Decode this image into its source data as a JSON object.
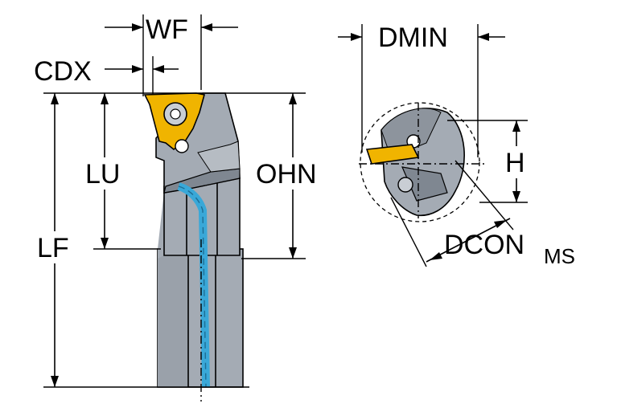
{
  "labels": {
    "wf": "WF",
    "cdx": "CDX",
    "lu": "LU",
    "lf": "LF",
    "ohn": "OHN",
    "dmin": "DMIN",
    "h": "H",
    "dcon": "DCON",
    "dcon_sub": "MS"
  },
  "colors": {
    "body": "#a4abb4",
    "body_dark": "#7f8791",
    "body_light": "#c9ced4",
    "insert": "#f0b400",
    "coolant": "#39a8d8",
    "line": "#000000"
  }
}
